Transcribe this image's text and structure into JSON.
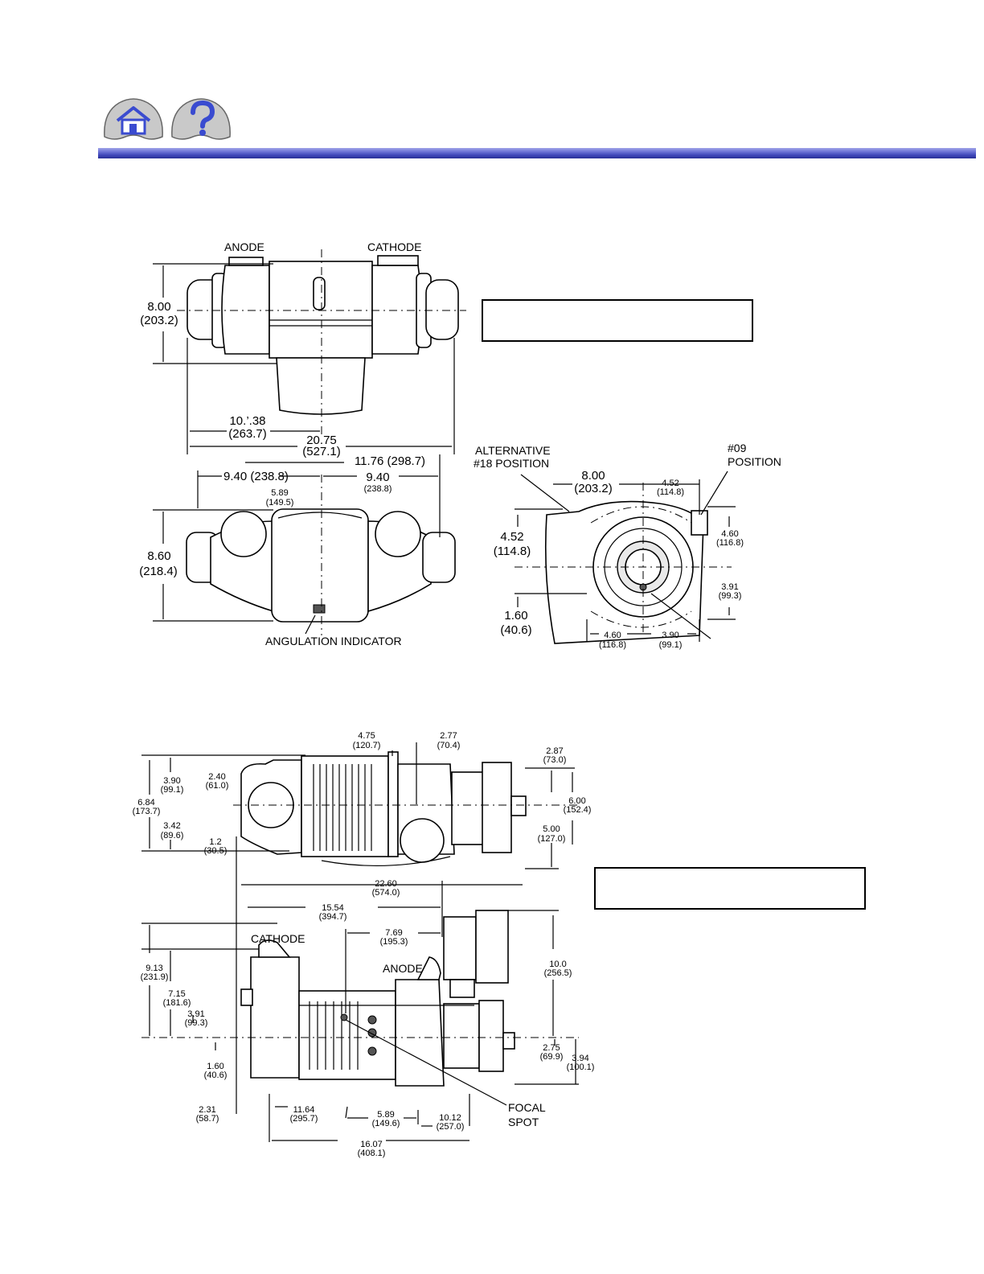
{
  "nav": {
    "home_icon": "home-icon",
    "help_icon": "help-icon"
  },
  "header_rule_color": "#3d45b8",
  "top_view": {
    "anode_label": "ANODE",
    "cathode_label": "CATHODE",
    "height": "8.00",
    "height_mm": "(203.2)",
    "half_len": "10.’.38",
    "half_len_mm": "(263.7)",
    "total_len": "20.75",
    "total_len_mm": "(527.1)"
  },
  "front_view": {
    "span_right": "11.76 (298.7)",
    "left_offset": "9.40 (238.8)",
    "right_offset": "9.40",
    "right_offset_mm": "(238.8)",
    "center": "5.89",
    "center_mm": "(149.5)",
    "height": "8.60",
    "height_mm": "(218.4)",
    "angulation_label": "ANGULATION INDICATOR"
  },
  "end_view": {
    "alt_label_1": "ALTERNATIVE",
    "alt_label_2": "#18 POSITION",
    "pos09_1": "#09",
    "pos09_2": "POSITION",
    "width": "8.00",
    "width_mm": "(203.2)",
    "top_off": "4.52",
    "top_off_mm": "(114.8)",
    "left_h": "4.52",
    "left_h_mm": "(114.8)",
    "right_upper": "4.60",
    "right_upper_mm": "(116.8)",
    "right_lower": "3.91",
    "right_lower_mm": "(99.3)",
    "bottom": "1.60",
    "bottom_mm": "(40.6)",
    "base_left": "4.60",
    "base_left_mm": "(116.8)",
    "base_right": "3.90",
    "base_right_mm": "(99.1)"
  },
  "side_top": {
    "d1": "4.75",
    "d1_mm": "(120.7)",
    "d2": "2.77",
    "d2_mm": "(70.4)",
    "d3": "2.87",
    "d3_mm": "(73.0)",
    "d4": "3.90",
    "d4_mm": "(99.1)",
    "d5": "2.40",
    "d5_mm": "(61.0)",
    "d6": "6.84",
    "d6_mm": "(173.7)",
    "d7": "6.00",
    "d7_mm": "(152.4)",
    "d8": "3.42",
    "d8_mm": "(89.6)",
    "d9": "1.2",
    "d9_mm": "(30.5)",
    "d10": "5.00",
    "d10_mm": "(127.0)"
  },
  "side_bottom": {
    "length": "22.60",
    "length_mm": "(574.0)",
    "d1": "15.54",
    "d1_mm": "(394.7)",
    "d2": "7.69",
    "d2_mm": "(195.3)",
    "cathode_label": "CATHODE",
    "anode_label": "ANODE",
    "d3": "9.13",
    "d3_mm": "(231.9)",
    "d4": "7.15",
    "d4_mm": "(181.6)",
    "d5": "3.91",
    "d5_mm": "(99.3)",
    "d6": "1.60",
    "d6_mm": "(40.6)",
    "d7": "10.0",
    "d7_mm": "(256.5)",
    "d8": "2.75",
    "d8_mm": "(69.9)",
    "d9": "3.94",
    "d9_mm": "(100.1)",
    "d10": "2.31",
    "d10_mm": "(58.7)",
    "d11": "11.64",
    "d11_mm": "(295.7)",
    "d12": "5.89",
    "d12_mm": "(149.6)",
    "d13": "10.12",
    "d13_mm": "(257.0)",
    "d14": "16.07",
    "d14_mm": "(408.1)",
    "focal_1": "FOCAL",
    "focal_2": "SPOT"
  }
}
